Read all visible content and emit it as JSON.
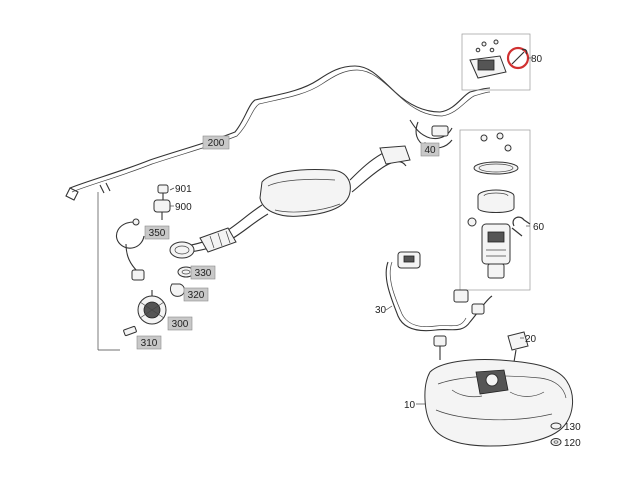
{
  "callouts": {
    "p200": "200",
    "p901": "901",
    "p900": "900",
    "p350": "350",
    "p330": "330",
    "p320": "320",
    "p300": "300",
    "p310": "310",
    "p40": "40",
    "p80": "80",
    "p60": "60",
    "p30": "30",
    "p20": "20",
    "p10": "10",
    "p130": "130",
    "p120": "120"
  },
  "colors": {
    "highlight_ring": "#d03030",
    "tag_fill": "#c8c8c8",
    "line": "#333333"
  },
  "icons": [
    "wrench-icon"
  ]
}
